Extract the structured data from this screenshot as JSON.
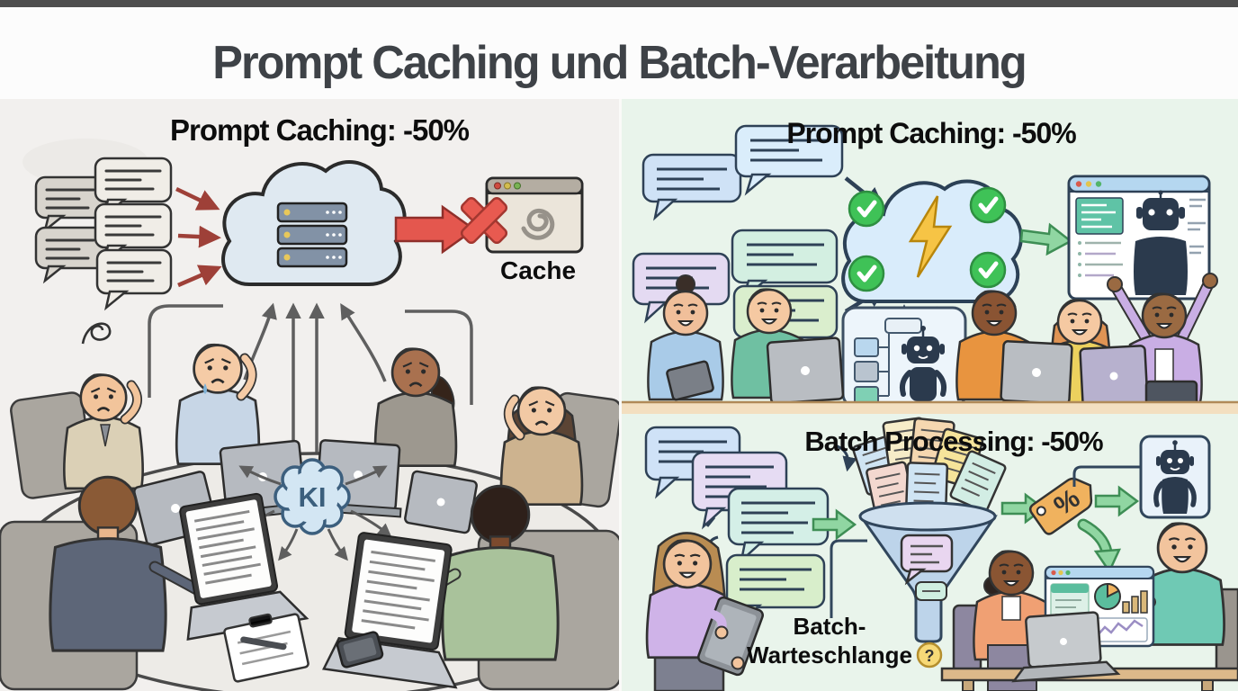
{
  "header": {
    "title": "Prompt Caching und Batch-Verarbeitung"
  },
  "left_panel": {
    "title": "Prompt Caching: -50%",
    "cache_label": "Cache",
    "ai_label": "KI",
    "scene": "six stressed coworkers around a round table with laptops sending repeated prompts to a cloud server; cache is crossed out"
  },
  "right_top_panel": {
    "title": "Prompt Caching: -50%",
    "scene": "happy team with laptops; prompts flow into a cloud with lightning bolt and green checkmarks, result shown in a browser with AI assistant"
  },
  "right_bottom_panel": {
    "title": "Batch Processing: -50%",
    "queue_label_line1": "Batch-",
    "queue_label_line2": "Warteschlange",
    "question_mark": "?",
    "percent_symbol": "%",
    "scene": "requests collected in a funnel (batch queue), discounted via percent tag, processed by robot, results reviewed on a dashboard"
  },
  "colors": {
    "left_background": "#f2f0ee",
    "right_background": "#e9f4eb",
    "title_gray": "#3e4247",
    "arrow_red": "#9e4038",
    "big_arrow_red": "#e4574e",
    "arrow_navy": "#2e4156",
    "arrow_green": "#90d6a2",
    "check_green": "#3fc257",
    "lightning_yellow": "#f6c445",
    "cloud_blue": "#d9ecfb",
    "robot_navy": "#2b3a4d",
    "tag_orange": "#f0b25e",
    "table_tan": "#f3dfc0",
    "ki_bubble_blue": "#d3e6f3"
  }
}
